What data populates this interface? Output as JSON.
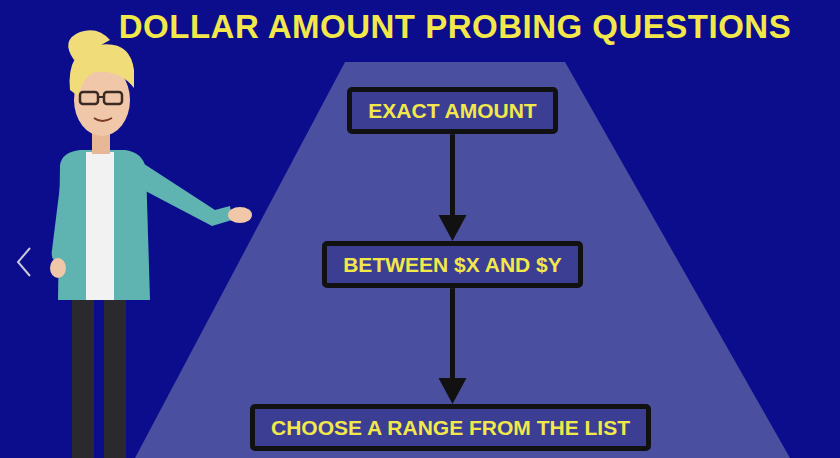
{
  "diagram": {
    "title": "DOLLAR AMOUNT PROBING QUESTIONS",
    "nodes": [
      {
        "text": [
          "EXACT AMOUNT"
        ]
      },
      {
        "text": [
          "BETWEEN $X AND $Y"
        ]
      },
      {
        "text": [
          "CHOOSE A RANGE FROM THE LIST"
        ]
      }
    ],
    "edges": [
      {
        "from": 0,
        "to": 1,
        "arrow": "to"
      },
      {
        "from": 1,
        "to": 2,
        "arrow": "to"
      }
    ]
  }
}
